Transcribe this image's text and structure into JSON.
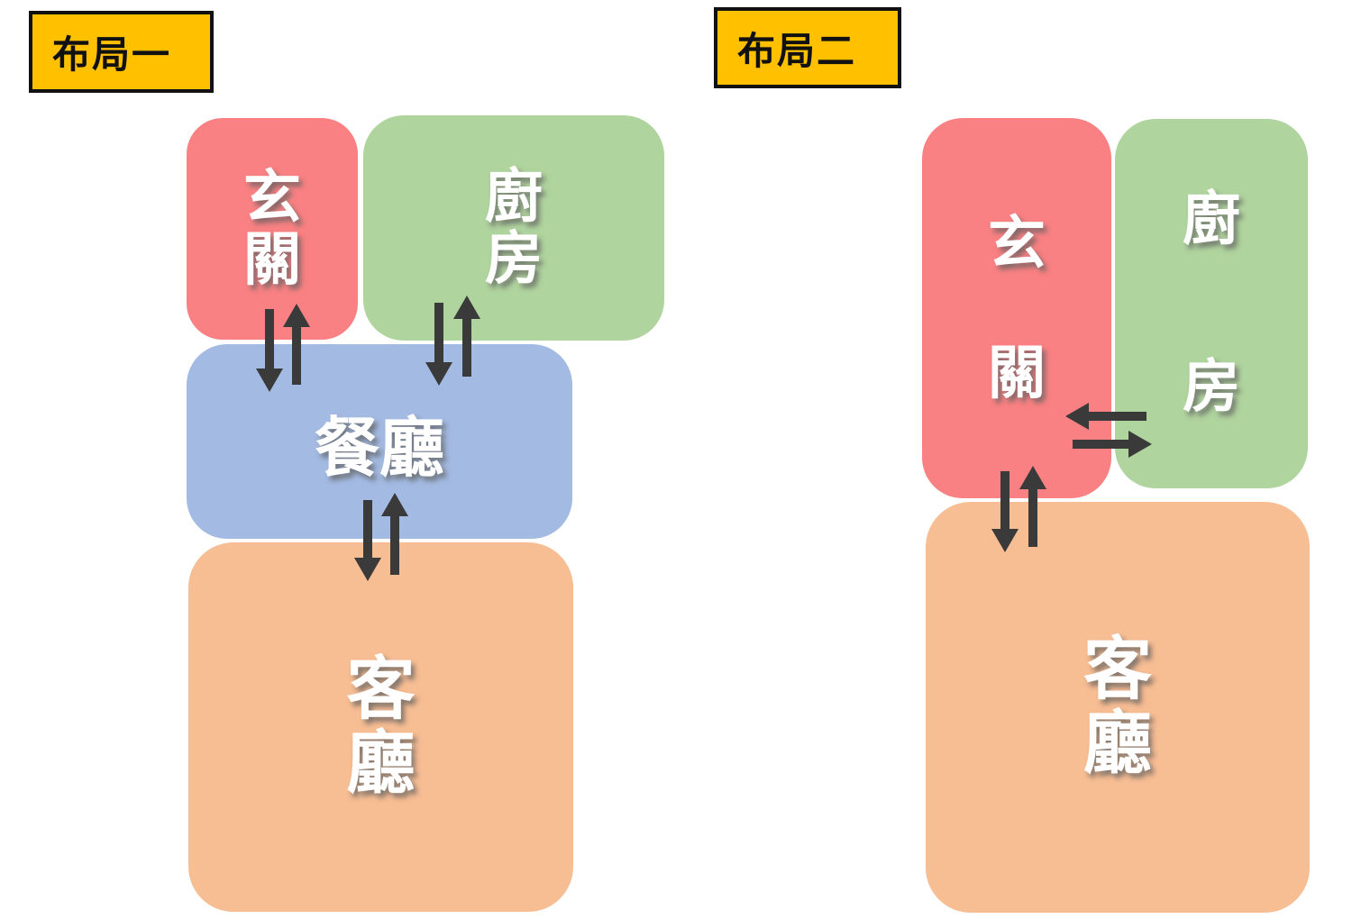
{
  "page": {
    "background": "#FFFFFF"
  },
  "colors": {
    "entrance": "#F98183",
    "kitchen": "#B0D49E",
    "dining": "#A3BAE2",
    "living": "#F7BD93",
    "label_bg": "#FFC000",
    "label_border": "#111111",
    "label_text": "#111111",
    "room_text": "#FFFFFF",
    "arrow": "#3A3A3A"
  },
  "layouts": [
    {
      "title": "布局一",
      "rooms": {
        "entrance": "玄關",
        "kitchen": "廚房",
        "dining": "餐廳",
        "living": "客廳"
      },
      "connections": [
        "entrance-to-dining",
        "dining-to-entrance",
        "kitchen-to-dining",
        "dining-to-kitchen",
        "dining-to-living",
        "living-to-dining"
      ]
    },
    {
      "title": "布局二",
      "rooms": {
        "entrance": "玄關",
        "kitchen": "廚房",
        "living": "客廳"
      },
      "connections": [
        "kitchen-to-entrance",
        "entrance-to-kitchen",
        "entrance-to-living",
        "living-to-entrance"
      ]
    }
  ]
}
